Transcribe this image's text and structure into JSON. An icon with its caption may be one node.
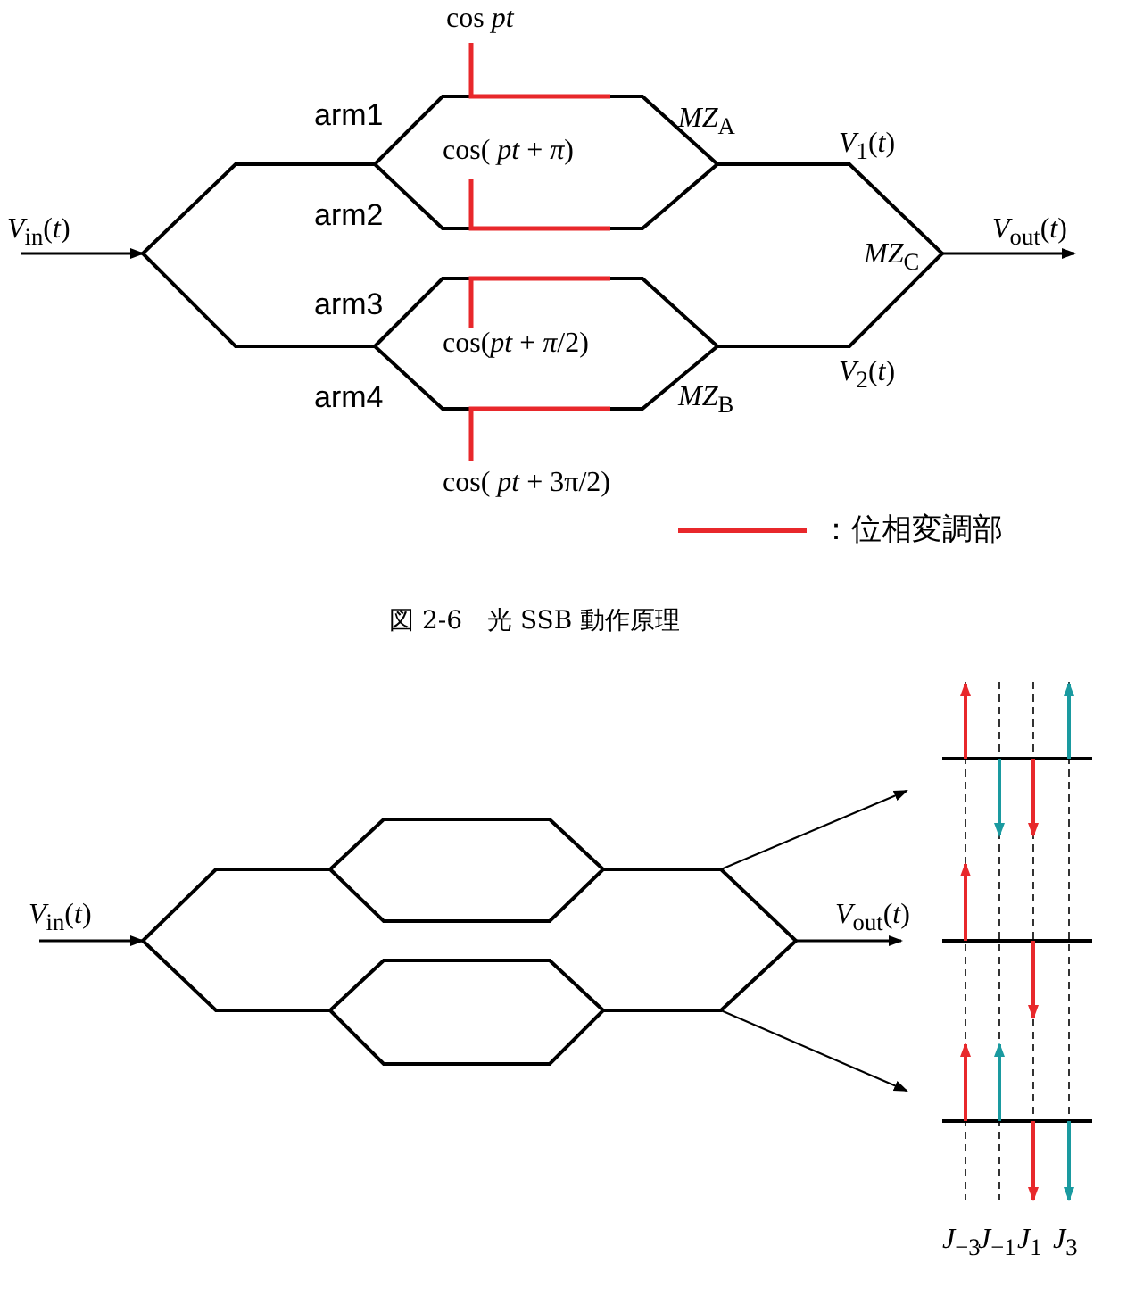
{
  "diagram": {
    "caption": "図 2-6　光 SSB 動作原理",
    "labels": [
      "cos *pt*",
      "arm1",
      "*MZ*$_{A}$",
      "cos( *pt* + *π*)",
      "*V*$_{1}$(*t*)",
      "*V*$_{in}$(*t*)",
      "arm2",
      "*V*$_{out}$(*t*)",
      "*MZ*$_{C}$",
      "arm3",
      "cos(*pt* + *π*/2)",
      "arm4",
      "*MZ*$_{B}$",
      "*V*$_{2}$(*t*)",
      "cos( *pt* + 3π/2)",
      "*V*$_{in}$(*t*)",
      "*V*$_{out}$(*t*)",
      "*J*$_{−3}$",
      "*J*$_{−1}$",
      "*J*$_{1}$",
      "*J*$_{3}$"
    ],
    "legend": [
      {
        "text": "：位相変調部"
      }
    ]
  }
}
